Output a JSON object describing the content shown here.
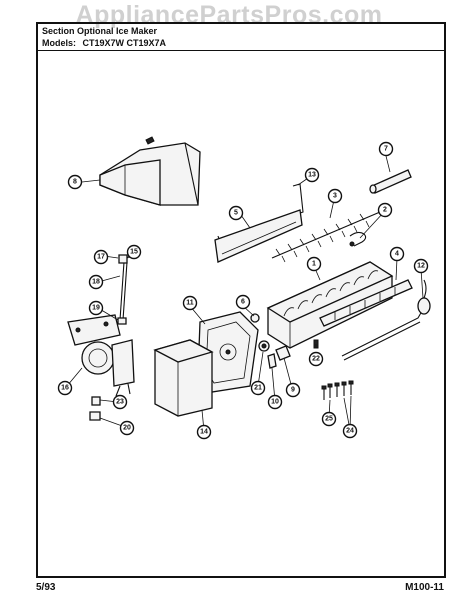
{
  "watermark": "AppliancePartsPros.com",
  "header": {
    "title": "Section  Optional  Ice Maker",
    "models_label": "Models:",
    "models_value": "CT19X7W  CT19X7A"
  },
  "footer": {
    "date": "5/93",
    "page_code": "M100-11"
  },
  "callouts": [
    "1",
    "2",
    "3",
    "4",
    "5",
    "6",
    "7",
    "8",
    "9",
    "10",
    "11",
    "12",
    "13",
    "14",
    "15",
    "16",
    "17",
    "18",
    "19",
    "20",
    "21",
    "22",
    "23",
    "24",
    "25"
  ]
}
